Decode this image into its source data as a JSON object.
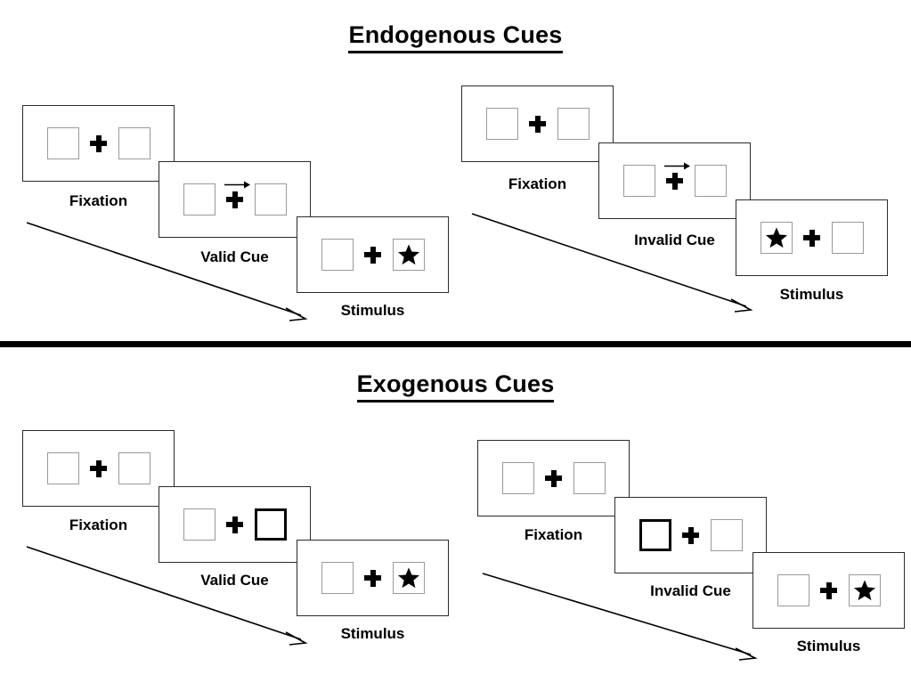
{
  "figure": {
    "title_endogenous": "Endogenous Cues",
    "title_exogenous": "Exogenous Cues"
  },
  "sections": [
    {
      "id": "endogenous",
      "title": "Endogenous Cues",
      "cue_type": "arrow",
      "sequences": [
        {
          "id": "endogenous-valid",
          "validity": "valid",
          "frames": [
            {
              "label": "Fixation",
              "left_box": "empty",
              "right_box": "empty",
              "cue": "none"
            },
            {
              "label": "Valid Cue",
              "left_box": "empty",
              "right_box": "empty",
              "cue": "arrow-right"
            },
            {
              "label": "Stimulus",
              "left_box": "empty",
              "right_box": "star",
              "cue": "none"
            }
          ]
        },
        {
          "id": "endogenous-invalid",
          "validity": "invalid",
          "frames": [
            {
              "label": "Fixation",
              "left_box": "empty",
              "right_box": "empty",
              "cue": "none"
            },
            {
              "label": "Invalid Cue",
              "left_box": "empty",
              "right_box": "empty",
              "cue": "arrow-right"
            },
            {
              "label": "Stimulus",
              "left_box": "star",
              "right_box": "empty",
              "cue": "none"
            }
          ]
        }
      ]
    },
    {
      "id": "exogenous",
      "title": "Exogenous Cues",
      "cue_type": "box-flash",
      "sequences": [
        {
          "id": "exogenous-valid",
          "validity": "valid",
          "frames": [
            {
              "label": "Fixation",
              "left_box": "empty",
              "right_box": "empty",
              "cue": "none"
            },
            {
              "label": "Valid Cue",
              "left_box": "empty",
              "right_box": "cued",
              "cue": "right-box-highlight"
            },
            {
              "label": "Stimulus",
              "left_box": "empty",
              "right_box": "star",
              "cue": "none"
            }
          ]
        },
        {
          "id": "exogenous-invalid",
          "validity": "invalid",
          "frames": [
            {
              "label": "Fixation",
              "left_box": "empty",
              "right_box": "empty",
              "cue": "none"
            },
            {
              "label": "Invalid Cue",
              "left_box": "cued",
              "right_box": "empty",
              "cue": "left-box-highlight"
            },
            {
              "label": "Stimulus",
              "left_box": "empty",
              "right_box": "star",
              "cue": "none"
            }
          ]
        }
      ]
    }
  ],
  "colors": {
    "background": "#ffffff",
    "ink": "#000000",
    "panel_border": "#2b2b2b",
    "box_border": "#9a9a9a",
    "cue_box_border": "#000000"
  }
}
